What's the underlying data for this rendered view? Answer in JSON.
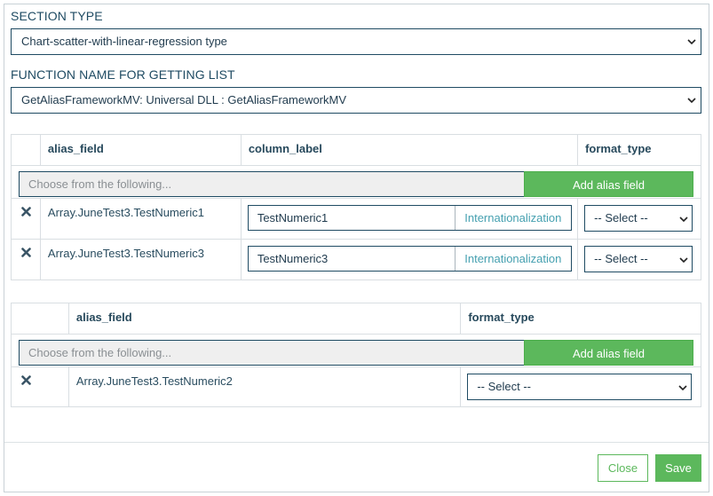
{
  "section_type": {
    "label": "SECTION TYPE",
    "value": "Chart-scatter-with-linear-regression type"
  },
  "function_name": {
    "label": "FUNCTION NAME FOR GETTING LIST",
    "value": "GetAliasFrameworkMV: Universal DLL : GetAliasFrameworkMV"
  },
  "table1": {
    "headers": [
      "alias_field",
      "column_label",
      "format_type"
    ],
    "chooser_placeholder": "Choose from the following...",
    "add_label": "Add alias field",
    "rows": [
      {
        "alias": "Array.JuneTest3.TestNumeric1",
        "column_label": "TestNumeric1",
        "intl": "Internationalization",
        "format": "-- Select --"
      },
      {
        "alias": "Array.JuneTest3.TestNumeric3",
        "column_label": "TestNumeric3",
        "intl": "Internationalization",
        "format": "-- Select --"
      }
    ]
  },
  "table2": {
    "headers": [
      "alias_field",
      "format_type"
    ],
    "chooser_placeholder": "Choose from the following...",
    "add_label": "Add alias field",
    "rows": [
      {
        "alias": "Array.JuneTest3.TestNumeric2",
        "format": "-- Select --"
      }
    ]
  },
  "footer": {
    "close_label": "Close",
    "save_label": "Save"
  },
  "colors": {
    "accent_green": "#5cb85c",
    "border_dark": "#1f4b63",
    "link_teal": "#45a0b0"
  }
}
